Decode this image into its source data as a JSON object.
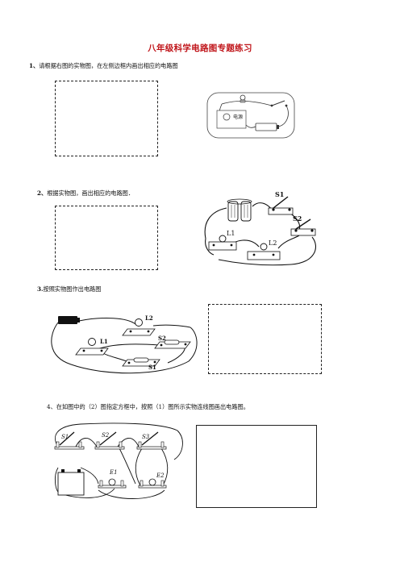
{
  "title": "八年级科学电路图专题练习",
  "questions": [
    {
      "num": "1、",
      "text": "请根据右图的实物图，在左侧边框内画出相应的电路图",
      "figure_label": "电源"
    },
    {
      "num": "2、",
      "text": "根据实物图，画出相应的电路图．",
      "labels": {
        "s1": "S1",
        "s2": "S2",
        "l1": "L1",
        "l2": "L2"
      }
    },
    {
      "num": "3.",
      "text": "按照实物图作出电路图",
      "labels": {
        "l1": "L1",
        "l2": "L2",
        "s1": "S1",
        "s2": "S2"
      }
    },
    {
      "num": "4、",
      "text": "在如图中的（2）图指定方框中，按照（1）图所示实物连线图画出电路图。",
      "labels": {
        "s1": "S1",
        "s2": "S2",
        "s3": "S3",
        "e1": "E1",
        "e2": "E2"
      }
    }
  ]
}
